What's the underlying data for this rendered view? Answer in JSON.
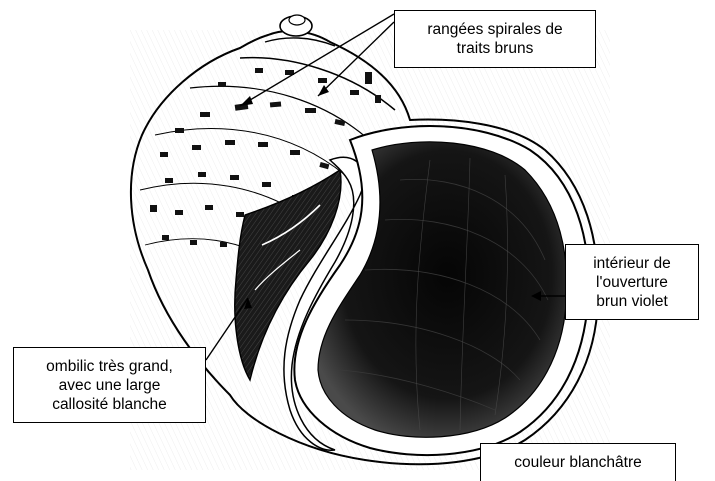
{
  "labels": {
    "spiral_rows": {
      "lines": [
        "rangées spirales de",
        "traits bruns"
      ]
    },
    "aperture_interior": {
      "lines": [
        "intérieur de",
        "l'ouverture",
        "brun violet"
      ]
    },
    "umbilicus": {
      "lines": [
        "ombilic très grand,",
        "avec une large",
        "callosité blanche"
      ]
    },
    "shell_color": {
      "lines": [
        "couleur blanchâtre"
      ]
    }
  },
  "colors": {
    "ink": "#000000",
    "paper": "#ffffff"
  }
}
